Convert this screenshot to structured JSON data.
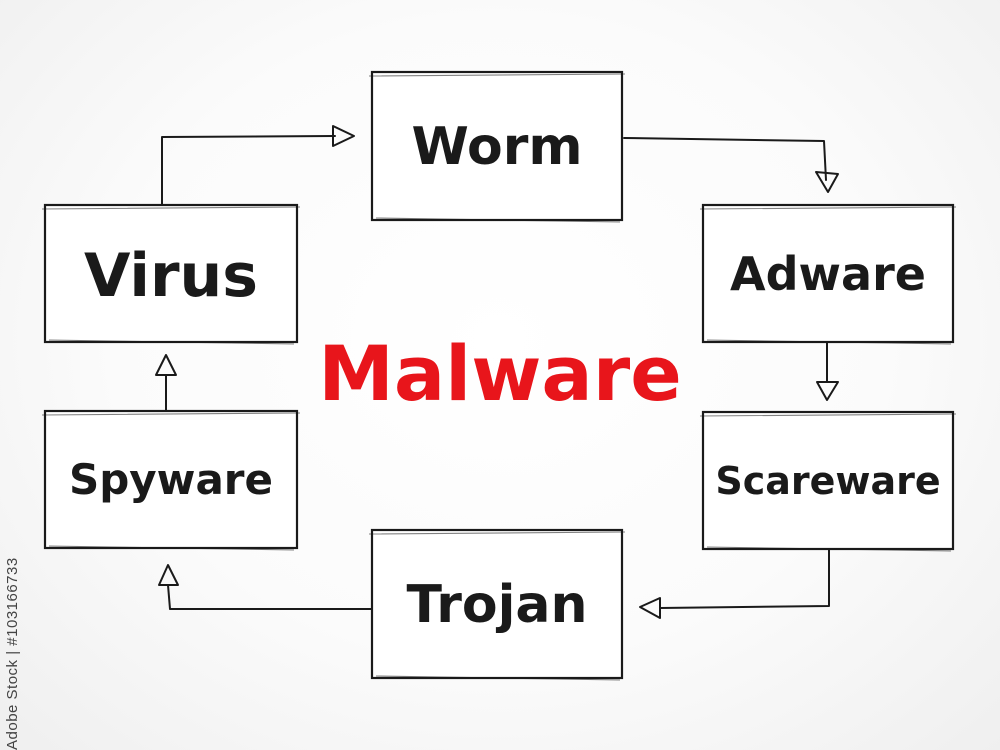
{
  "diagram": {
    "center": {
      "label": "Malware",
      "color": "#e8151b"
    },
    "nodes": [
      {
        "id": "worm",
        "label": "Worm"
      },
      {
        "id": "adware",
        "label": "Adware"
      },
      {
        "id": "scareware",
        "label": "Scareware"
      },
      {
        "id": "trojan",
        "label": "Trojan"
      },
      {
        "id": "spyware",
        "label": "Spyware"
      },
      {
        "id": "virus",
        "label": "Virus"
      }
    ],
    "edges": [
      {
        "from": "worm",
        "to": "adware"
      },
      {
        "from": "adware",
        "to": "scareware"
      },
      {
        "from": "scareware",
        "to": "trojan"
      },
      {
        "from": "trojan",
        "to": "spyware"
      },
      {
        "from": "spyware",
        "to": "virus"
      },
      {
        "from": "virus",
        "to": "worm"
      }
    ]
  },
  "watermark": {
    "text": "Adobe Stock | #103166733"
  }
}
